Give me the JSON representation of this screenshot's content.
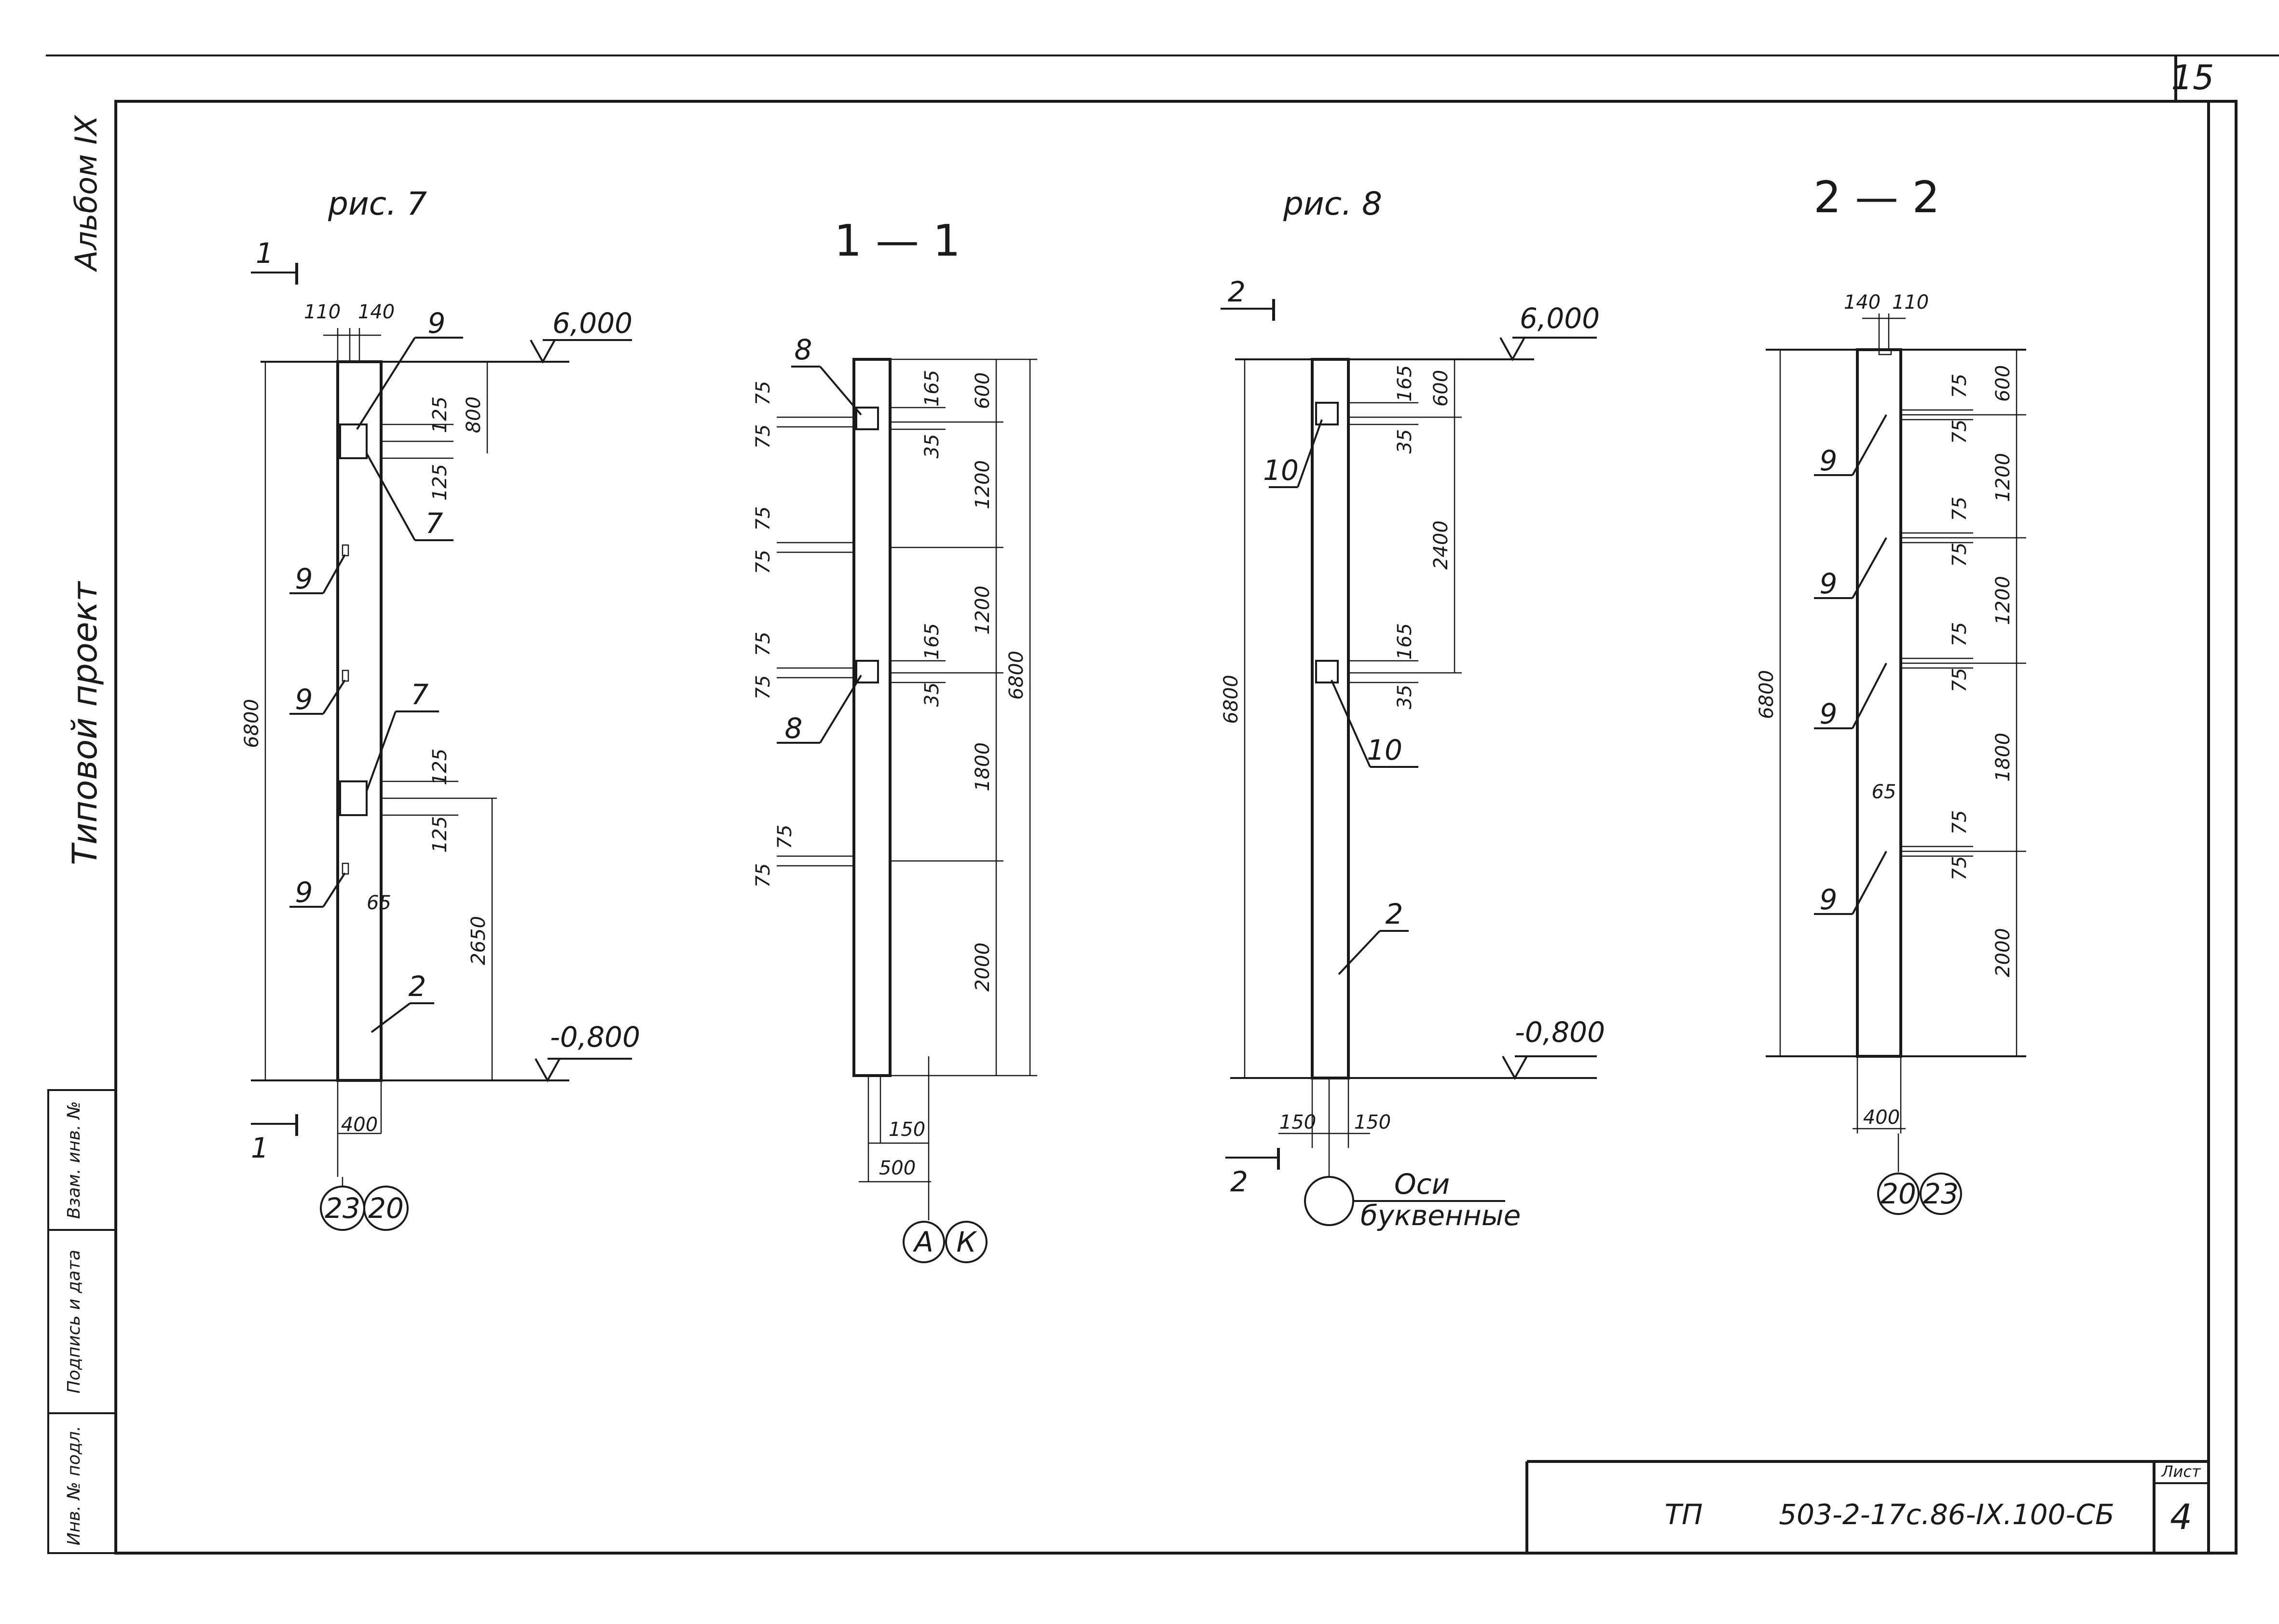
{
  "sheet": {
    "page_number": "15",
    "album_label": "Альбом IX",
    "project_type": "Типовой проект",
    "stamp_labels": [
      "Инв. № подл.",
      "Подпись и дата",
      "Взам. инв. №"
    ],
    "title_block": {
      "code_prefix": "ТП",
      "code": "503-2-17с.86-IX.100-СБ",
      "sheet_label": "Лист",
      "sheet_number": "4"
    }
  },
  "fig7": {
    "title": "рис. 7",
    "cut_mark": "1",
    "elev_top": "6,000",
    "elev_bottom": "-0,800",
    "dims": {
      "width_left": "110",
      "width_right": "140",
      "total_height": "6800",
      "top_gap": "800",
      "pocket_a": "125",
      "pocket_b": "125",
      "pocket_c": "125",
      "pocket_d": "125",
      "lower": "2650",
      "small": "65",
      "base": "400"
    },
    "callouts": [
      "9",
      "7",
      "9",
      "9",
      "7",
      "9",
      "2"
    ],
    "axes": [
      "23",
      "20"
    ]
  },
  "sec11": {
    "title": "1 — 1",
    "callouts": [
      "8",
      "8"
    ],
    "dims": {
      "small": [
        "75",
        "75",
        "75",
        "75",
        "75",
        "75",
        "75",
        "75"
      ],
      "inner": [
        "165",
        "35",
        "165",
        "35"
      ],
      "chain": [
        "600",
        "1200",
        "1200",
        "1800",
        "2000"
      ],
      "total": "6800",
      "offset": "150",
      "width": "500"
    },
    "axes": [
      "А",
      "К"
    ]
  },
  "fig8": {
    "title": "рис. 8",
    "cut_mark": "2",
    "elev_top": "6,000",
    "elev_bottom": "-0,800",
    "dims": {
      "total_height": "6800",
      "chain": [
        "600",
        "2400"
      ],
      "inner": [
        "165",
        "35",
        "165",
        "35"
      ],
      "left_offset": "150",
      "right_offset": "150"
    },
    "callouts": [
      "10",
      "10",
      "2"
    ],
    "axis_note_line1": "Оси",
    "axis_note_line2": "буквенные"
  },
  "sec22": {
    "title": "2 — 2",
    "dims": {
      "width_left": "140",
      "width_right": "110",
      "total_height": "6800",
      "chain": [
        "600",
        "1200",
        "1200",
        "1800",
        "2000"
      ],
      "small": [
        "75",
        "75",
        "75",
        "75",
        "75",
        "75",
        "75",
        "75"
      ],
      "small_65": "65",
      "base": "400"
    },
    "callouts": [
      "9",
      "9",
      "9",
      "9"
    ],
    "axes": [
      "20",
      "23"
    ]
  }
}
